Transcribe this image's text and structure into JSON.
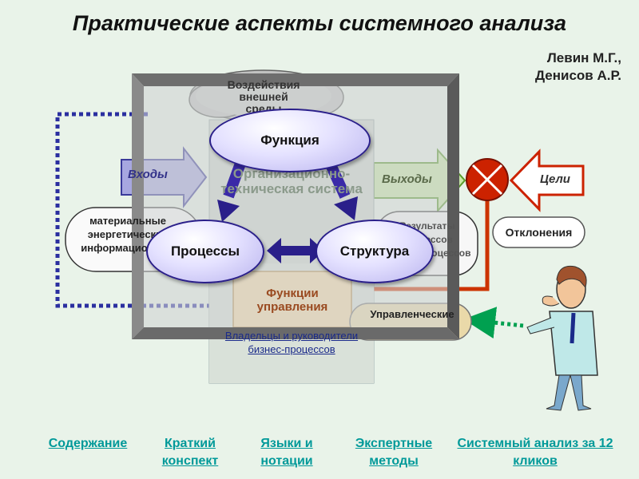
{
  "title": "Практические аспекты системного анализа",
  "authors": [
    "Левин М.Г.,",
    "Денисов А.Р."
  ],
  "diagram": {
    "external_cloud": "Воздействия внешней среды",
    "inputs": "Входы",
    "outputs": "Выходы",
    "goals": "Цели",
    "deviations": "Отклонения",
    "system_label": "Организационно-техническая система",
    "input_resources": [
      "материальные",
      "энергетические",
      "информационные"
    ],
    "output_results": [
      "Результаты",
      "процессов",
      "бизнес-процессов"
    ],
    "mgmt_functions": "Функции управления",
    "mgmt_decisions": "Управленческие решения",
    "owners": "Владельцы и руководители бизнес-процессов",
    "function": "Функция",
    "processes": "Процессы",
    "structure": "Структура"
  },
  "nav": {
    "contents": "Содержание",
    "summary": "Краткий конспект",
    "languages": "Языки и нотации",
    "expert": "Экспертные методы",
    "sa12": "Системный анализ за 12 кликов"
  },
  "colors": {
    "link": "#009999",
    "red_line": "#cc3300",
    "dotted_blue": "#2b2fa0",
    "dotted_green": "#00a050",
    "node_border": "#2a1f8a"
  }
}
